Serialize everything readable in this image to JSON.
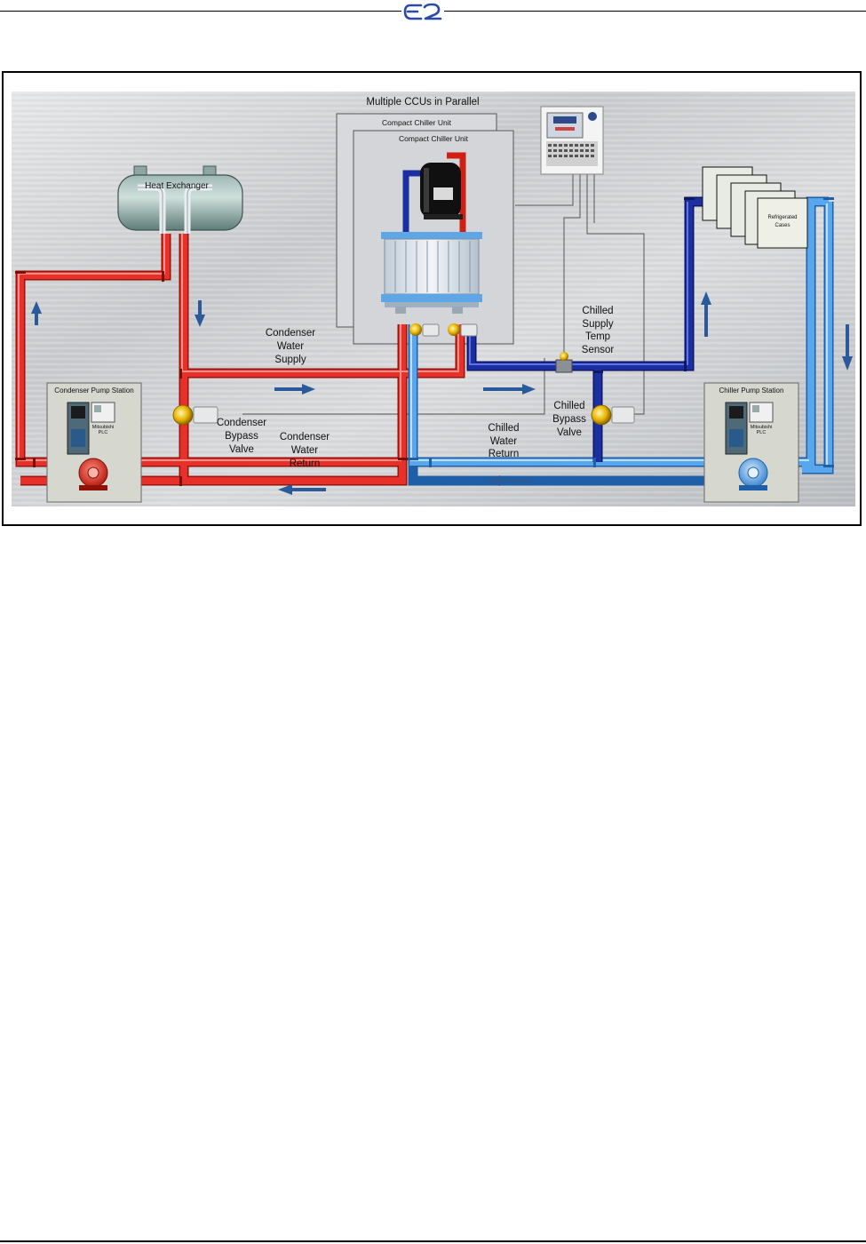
{
  "header": {
    "logo_text": "E2"
  },
  "diagram": {
    "title": "Multiple CCUs in Parallel",
    "chiller_unit_back": "Compact Chiller Unit",
    "chiller_unit_front": "Compact Chiller Unit",
    "heat_exchanger": "Heat Exchanger",
    "condenser_water_supply": [
      "Condenser",
      "Water",
      "Supply"
    ],
    "condenser_bypass_valve": [
      "Condenser",
      "Bypass",
      "Valve"
    ],
    "condenser_water_return": [
      "Condenser",
      "Water",
      "Return"
    ],
    "chilled_supply_temp_sensor": [
      "Chilled",
      "Supply",
      "Temp",
      "Sensor"
    ],
    "chilled_bypass_valve": [
      "Chilled",
      "Bypass",
      "Valve"
    ],
    "chilled_water_return": [
      "Chilled",
      "Water",
      "Return"
    ],
    "condenser_pump_station": "Condenser Pump Station",
    "chiller_pump_station": "Chiller Pump Station",
    "plc_left": [
      "Mitsubishi",
      "PLC"
    ],
    "plc_right": [
      "Mitsubishi",
      "PLC"
    ],
    "refrigerated_cases": [
      "Refrigerated",
      "Cases"
    ],
    "colors": {
      "hot_pipe": "#e8302a",
      "cold_pipe_dark": "#1c2fa0",
      "cold_pipe_light": "#3a8fe0",
      "arrow": "#2a5a9a"
    }
  }
}
